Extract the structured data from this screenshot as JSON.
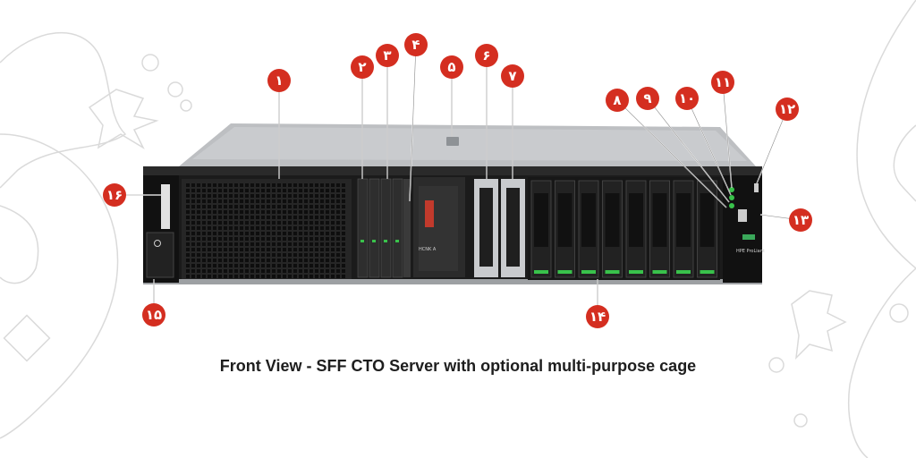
{
  "caption": "Front View - SFF CTO Server with optional multi-purpose cage",
  "callouts": [
    {
      "id": 1,
      "label": "۱"
    },
    {
      "id": 2,
      "label": "۲"
    },
    {
      "id": 3,
      "label": "۳"
    },
    {
      "id": 4,
      "label": "۴"
    },
    {
      "id": 5,
      "label": "۵"
    },
    {
      "id": 6,
      "label": "۶"
    },
    {
      "id": 7,
      "label": "۷"
    },
    {
      "id": 8,
      "label": "۸"
    },
    {
      "id": 9,
      "label": "۹"
    },
    {
      "id": 10,
      "label": "۱۰"
    },
    {
      "id": 11,
      "label": "۱۱"
    },
    {
      "id": 12,
      "label": "۱۲"
    },
    {
      "id": 13,
      "label": "۱۳"
    },
    {
      "id": 14,
      "label": "۱۴"
    },
    {
      "id": 15,
      "label": "۱۵"
    },
    {
      "id": 16,
      "label": "۱۶"
    }
  ],
  "server_text": {
    "bay4_brand": "HCNK A",
    "right_panel": "HPE ProLiant"
  },
  "colors": {
    "callout": "#d42e20",
    "chassis_face": "#1c1c1c",
    "chassis_top": "#b9bcbf",
    "led": "#39c24b",
    "outline": "#d9d9d9"
  }
}
